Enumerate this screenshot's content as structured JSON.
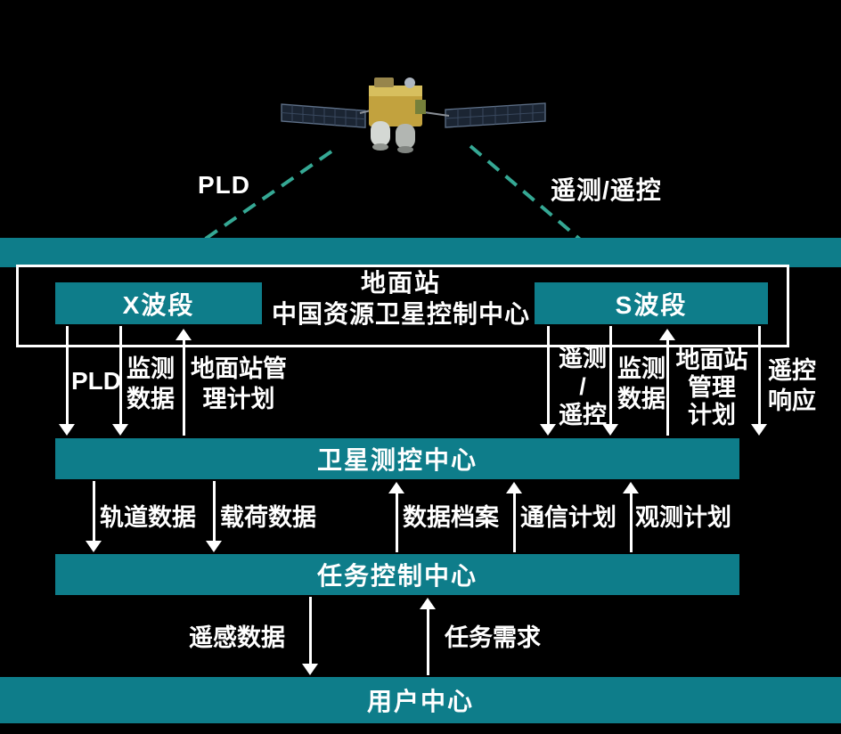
{
  "colors": {
    "background": "#000000",
    "box_teal": "#0e7d8a",
    "link_dash": "#35a894",
    "arrow_white": "#ffffff"
  },
  "uplinks": {
    "left": "PLD",
    "right": "遥测/遥控"
  },
  "ground_station": {
    "title": "地面站",
    "subtitle": "中国资源卫星控制中心",
    "x_band": "X波段",
    "s_band": "S波段"
  },
  "centers": {
    "ttc": "卫星测控中心",
    "mission": "任务控制中心",
    "user": "用户中心"
  },
  "gs_ttc_flows": [
    {
      "label": "PLD",
      "direction": "down"
    },
    {
      "label": "监测\n数据",
      "direction": "down"
    },
    {
      "label": "地面站管\n理计划",
      "direction": "up"
    },
    {
      "label": "遥测\n/\n遥控",
      "direction": "down"
    },
    {
      "label": "监测\n数据",
      "direction": "down"
    },
    {
      "label": "地面站\n管理\n计划",
      "direction": "up"
    },
    {
      "label": "遥控\n响应",
      "direction": "down"
    }
  ],
  "ttc_mission_flows": [
    {
      "label": "轨道数据",
      "direction": "down"
    },
    {
      "label": "载荷数据",
      "direction": "down"
    },
    {
      "label": "数据档案",
      "direction": "up"
    },
    {
      "label": "通信计划",
      "direction": "up"
    },
    {
      "label": "观测计划",
      "direction": "up"
    }
  ],
  "mission_user_flows": [
    {
      "label": "遥感数据",
      "direction": "down"
    },
    {
      "label": "任务需求",
      "direction": "up"
    }
  ]
}
